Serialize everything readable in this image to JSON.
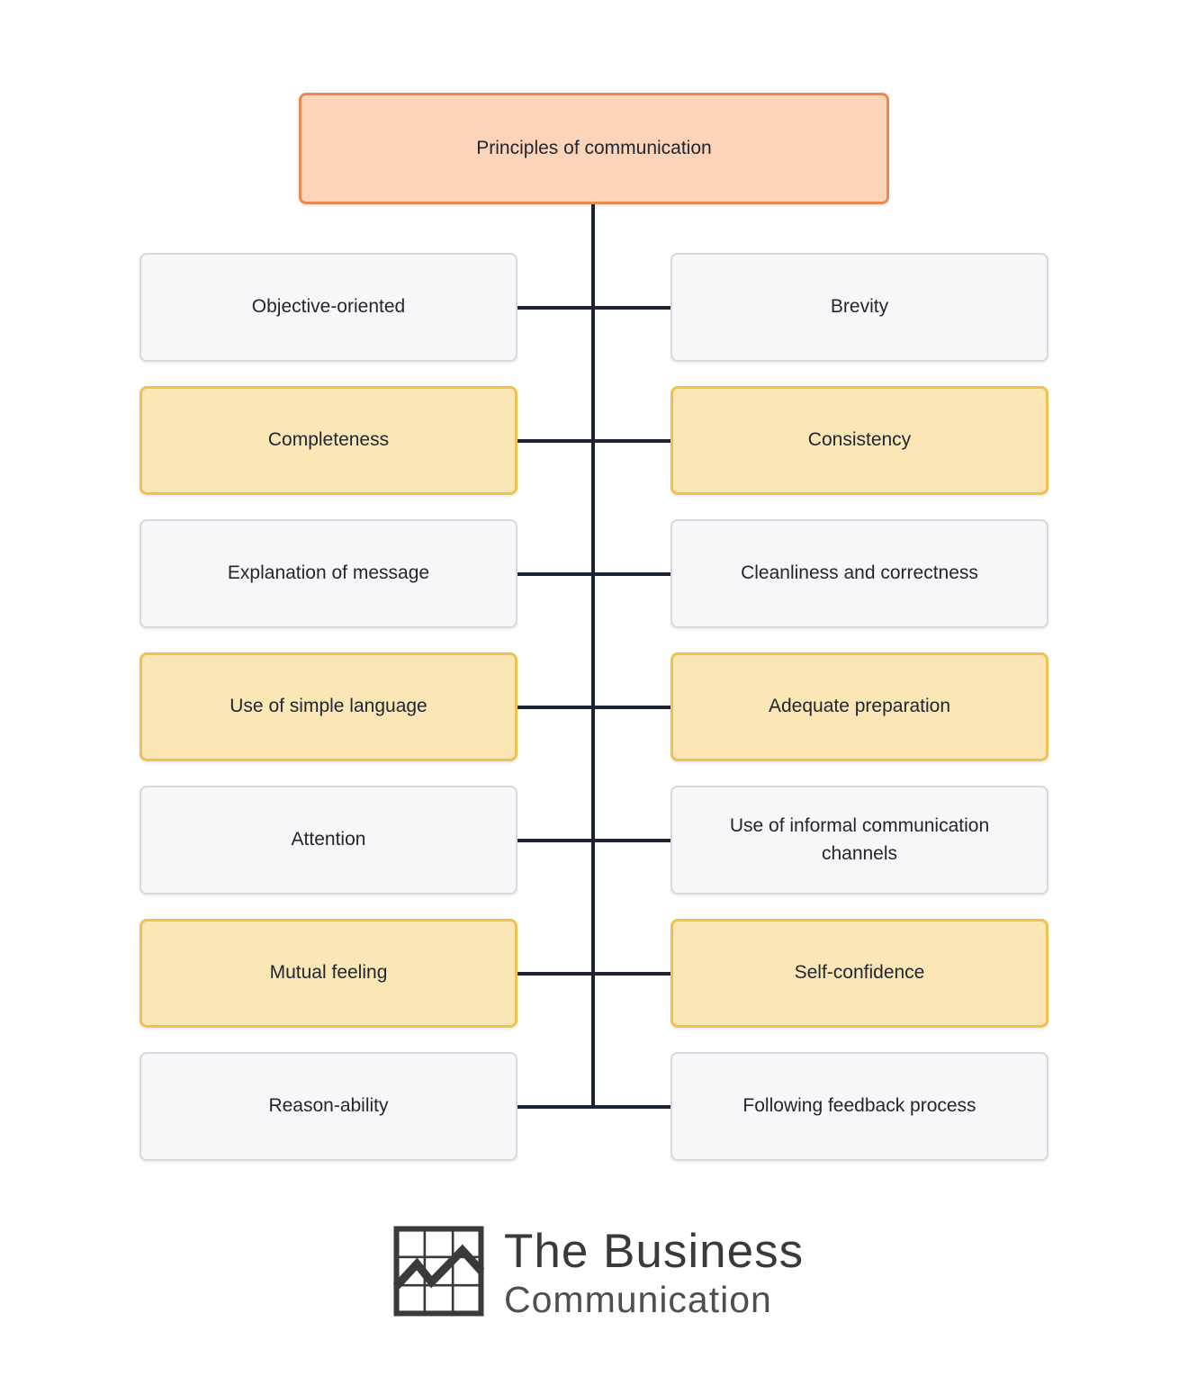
{
  "colors": {
    "canvas_bg": "#ffffff",
    "root_fill": "#fbd4ba",
    "root_border": "#ea8a4d",
    "highlight_fill": "#fbe6b5",
    "highlight_border": "#f1c14f",
    "plain_fill": "#f7f7f9",
    "plain_border": "#d8d8de",
    "line": "#1c2333",
    "text": "#23262e",
    "logo_dark": "#3a3a3a",
    "logo_light": "#4f4f4f"
  },
  "root": {
    "label": "Principles of communication"
  },
  "rows": [
    {
      "left": {
        "label": "Objective-oriented",
        "variant": "plain"
      },
      "right": {
        "label": "Brevity",
        "variant": "plain"
      }
    },
    {
      "left": {
        "label": "Completeness",
        "variant": "highlight"
      },
      "right": {
        "label": "Consistency",
        "variant": "highlight"
      }
    },
    {
      "left": {
        "label": "Explanation of message",
        "variant": "plain"
      },
      "right": {
        "label": "Cleanliness and correctness",
        "variant": "plain"
      }
    },
    {
      "left": {
        "label": "Use of simple language",
        "variant": "highlight"
      },
      "right": {
        "label": "Adequate preparation",
        "variant": "highlight"
      }
    },
    {
      "left": {
        "label": "Attention",
        "variant": "plain"
      },
      "right": {
        "label": "Use of informal communication channels",
        "variant": "plain"
      }
    },
    {
      "left": {
        "label": "Mutual feeling",
        "variant": "highlight"
      },
      "right": {
        "label": "Self-confidence",
        "variant": "highlight"
      }
    },
    {
      "left": {
        "label": "Reason-ability",
        "variant": "plain"
      },
      "right": {
        "label": "Following feedback process",
        "variant": "plain"
      }
    }
  ],
  "logo": {
    "icon": "line-chart-grid-icon",
    "title": "The Business",
    "subtitle": "Communication"
  }
}
